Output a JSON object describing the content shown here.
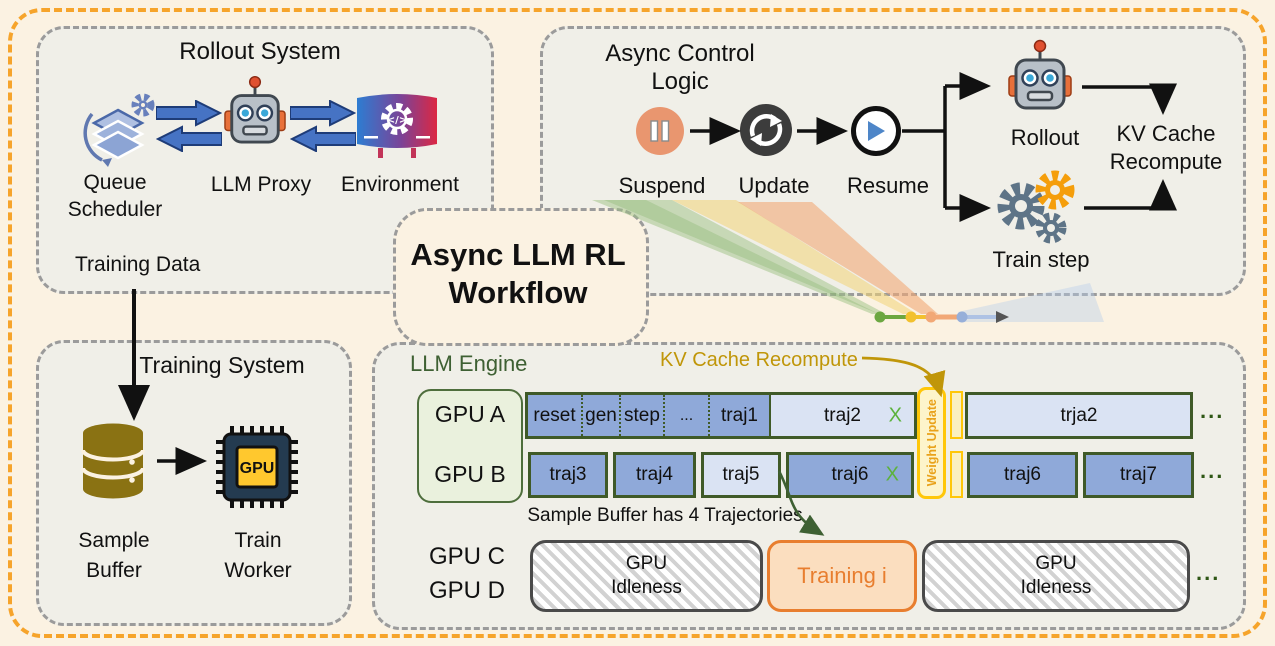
{
  "diagram_title": {
    "line1": "Async LLM RL",
    "line2": "Workflow"
  },
  "rollout_system": {
    "title": "Rollout System",
    "queue_scheduler_line1": "Queue",
    "queue_scheduler_line2": "Scheduler",
    "llm_proxy": "LLM Proxy",
    "environment": "Environment",
    "training_data": "Training Data"
  },
  "async_control": {
    "title": "Async Control Logic",
    "suspend": "Suspend",
    "update": "Update",
    "resume": "Resume",
    "rollout": "Rollout",
    "kv_cache_line1": "KV Cache",
    "kv_cache_line2": "Recompute",
    "train_step": "Train step"
  },
  "training_system": {
    "title": "Training System",
    "sample_buffer_line1": "Sample",
    "sample_buffer_line2": "Buffer",
    "train_worker_line1": "Train",
    "train_worker_line2": "Worker",
    "gpu_chip_text": "GPU"
  },
  "llm_engine": {
    "title": "LLM Engine",
    "kv_cache_recompute": "KV Cache Recompute",
    "weight_update": "Weight Update",
    "gpu_a": "GPU A",
    "gpu_b": "GPU B",
    "gpu_c": "GPU C",
    "gpu_d": "GPU D",
    "row_a_segments": [
      "reset",
      "gen",
      "step",
      "...",
      "traj1"
    ],
    "row_a_block2": "traj2",
    "row_a_block3": "trja2",
    "row_b_blocks": [
      "traj3",
      "traj4",
      "traj5",
      "traj6"
    ],
    "row_b_after": [
      "traj6",
      "traj7"
    ],
    "cancel_mark": "X",
    "ellipsis": "...",
    "note": "Sample Buffer has 4 Trajectories",
    "idleness_line1": "GPU",
    "idleness_line2": "Idleness",
    "training_i": "Training i"
  },
  "colors": {
    "outer_border": "#F6A42B",
    "background": "#FBF2E2",
    "panel_bg": "#F0EFE8",
    "block_blue": "#8FA9D9",
    "block_blue_light": "#DAE3F3",
    "block_border_green": "#3F5A28",
    "gold_label": "#C09609",
    "weight_update_border": "#FFC709",
    "training_orange": "#E87E2F",
    "x_green": "#5CB23D"
  }
}
